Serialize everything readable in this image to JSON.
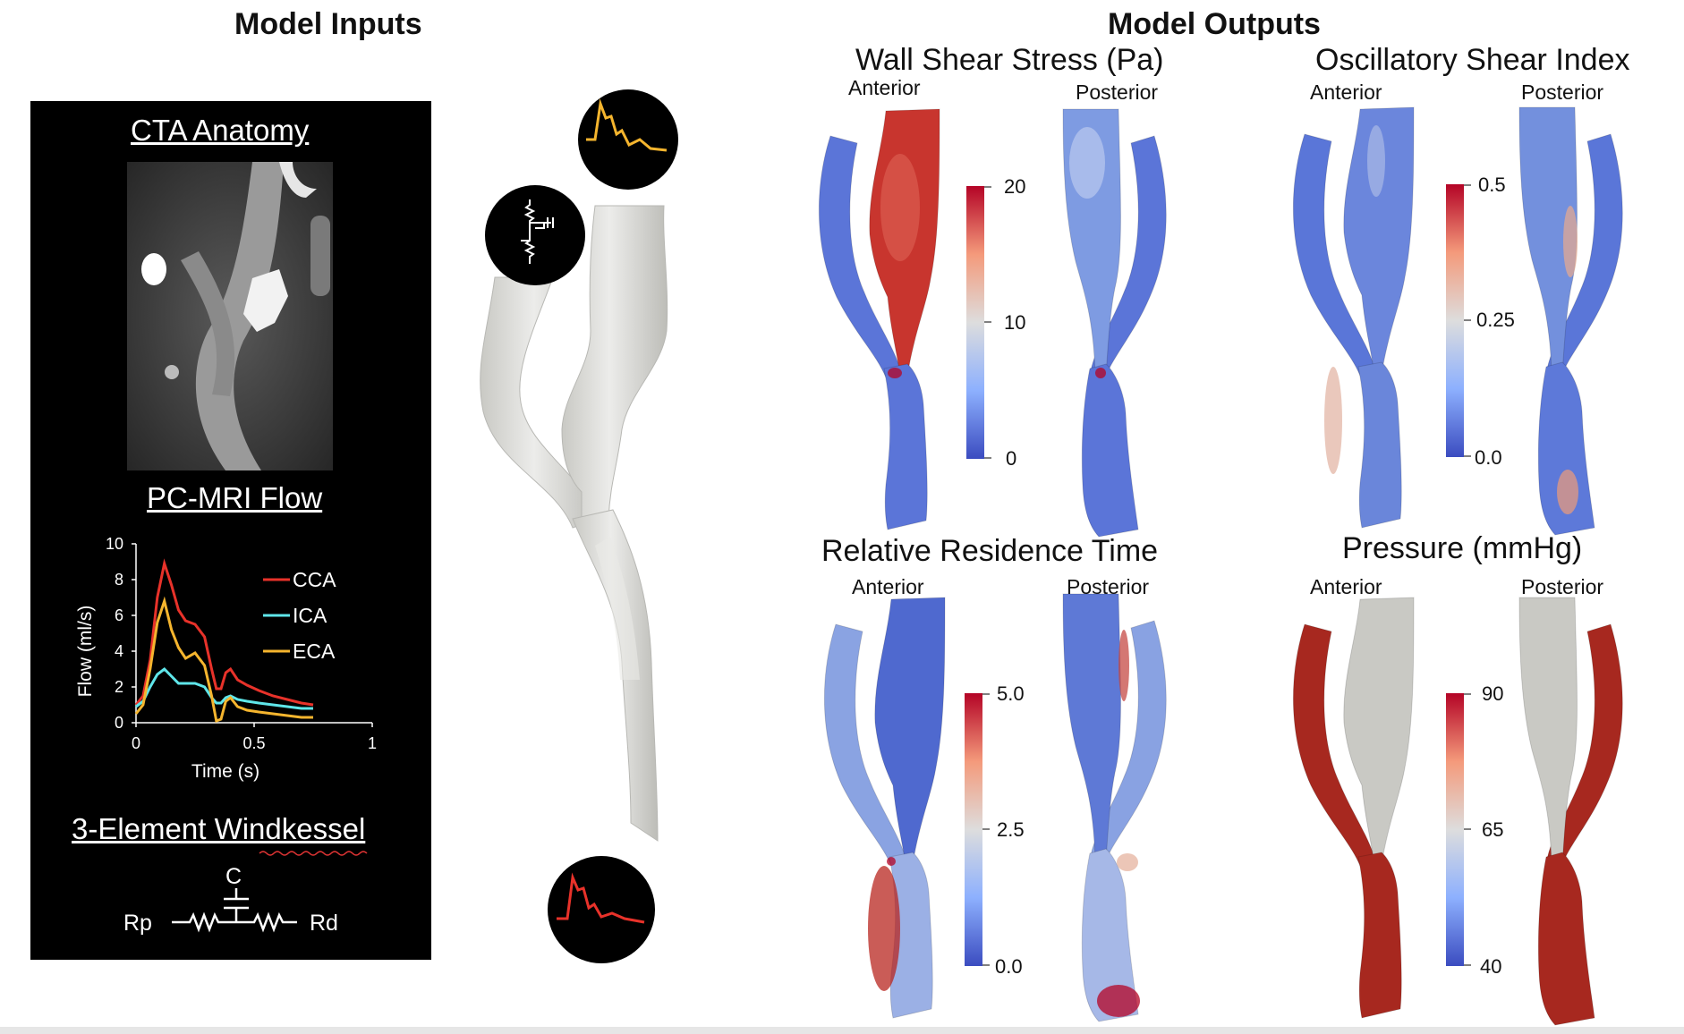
{
  "inputs": {
    "title": "Model Inputs",
    "cta_title": "CTA Anatomy",
    "mri_title": "PC-MRI Flow",
    "wk_title": "3-Element Windkessel",
    "wk": {
      "c": "C",
      "rp": "Rp",
      "rd": "Rd"
    }
  },
  "chart_data": {
    "type": "line",
    "xlabel": "Time (s)",
    "ylabel": "Flow (ml/s)",
    "xlim": [
      0,
      1
    ],
    "ylim": [
      0,
      10
    ],
    "x_ticks": [
      "0",
      "0.5",
      "1"
    ],
    "y_ticks": [
      "0",
      "2",
      "4",
      "6",
      "8",
      "10"
    ],
    "legend_position": "top-right",
    "series": [
      {
        "name": "CCA",
        "color": "#e8322a",
        "x": [
          0,
          0.03,
          0.06,
          0.09,
          0.12,
          0.15,
          0.18,
          0.21,
          0.25,
          0.29,
          0.32,
          0.34,
          0.36,
          0.38,
          0.4,
          0.43,
          0.47,
          0.52,
          0.58,
          0.64,
          0.7,
          0.75
        ],
        "y": [
          1.0,
          1.5,
          3.5,
          7.0,
          8.9,
          7.7,
          6.3,
          5.7,
          5.5,
          4.8,
          3.0,
          1.9,
          1.9,
          2.8,
          3.0,
          2.4,
          2.1,
          1.8,
          1.5,
          1.3,
          1.1,
          1.0
        ]
      },
      {
        "name": "ICA",
        "color": "#5fe6ea",
        "x": [
          0,
          0.03,
          0.06,
          0.09,
          0.12,
          0.15,
          0.18,
          0.21,
          0.25,
          0.29,
          0.32,
          0.34,
          0.36,
          0.38,
          0.4,
          0.43,
          0.47,
          0.52,
          0.58,
          0.64,
          0.7,
          0.75
        ],
        "y": [
          0.9,
          1.2,
          2.0,
          2.7,
          3.0,
          2.6,
          2.2,
          2.2,
          2.2,
          2.0,
          1.4,
          1.1,
          1.1,
          1.4,
          1.5,
          1.3,
          1.2,
          1.1,
          1.0,
          0.9,
          0.8,
          0.8
        ]
      },
      {
        "name": "ECA",
        "color": "#f5b52e",
        "x": [
          0,
          0.03,
          0.06,
          0.09,
          0.12,
          0.15,
          0.18,
          0.21,
          0.25,
          0.29,
          0.32,
          0.34,
          0.36,
          0.38,
          0.4,
          0.43,
          0.47,
          0.52,
          0.58,
          0.64,
          0.7,
          0.75
        ],
        "y": [
          0.5,
          1.0,
          3.0,
          5.6,
          6.8,
          5.2,
          4.2,
          3.6,
          3.9,
          3.2,
          1.5,
          0.1,
          0.2,
          1.2,
          1.4,
          0.9,
          0.7,
          0.6,
          0.5,
          0.4,
          0.3,
          0.3
        ]
      }
    ]
  },
  "outputs": {
    "title": "Model Outputs",
    "panels": [
      {
        "title": "Wall Shear Stress (Pa)",
        "anterior": "Anterior",
        "posterior": "Posterior",
        "ticks": [
          "20",
          "10",
          "0"
        ]
      },
      {
        "title": "Oscillatory Shear Index",
        "anterior": "Anterior",
        "posterior": "Posterior",
        "ticks": [
          "0.5",
          "0.25",
          "0.0"
        ]
      },
      {
        "title": "Relative Residence Time",
        "anterior": "Anterior",
        "posterior": "Posterior",
        "ticks": [
          "5.0",
          "2.5",
          "0.0"
        ]
      },
      {
        "title": "Pressure (mmHg)",
        "anterior": "Anterior",
        "posterior": "Posterior",
        "ticks": [
          "90",
          "65",
          "40"
        ]
      }
    ]
  },
  "colors": {
    "low": "#3b4cc0",
    "mid": "#dddddd",
    "high": "#b40426",
    "vessel_grey": "#d9d9d4",
    "pressure_red": "#a7281f"
  }
}
